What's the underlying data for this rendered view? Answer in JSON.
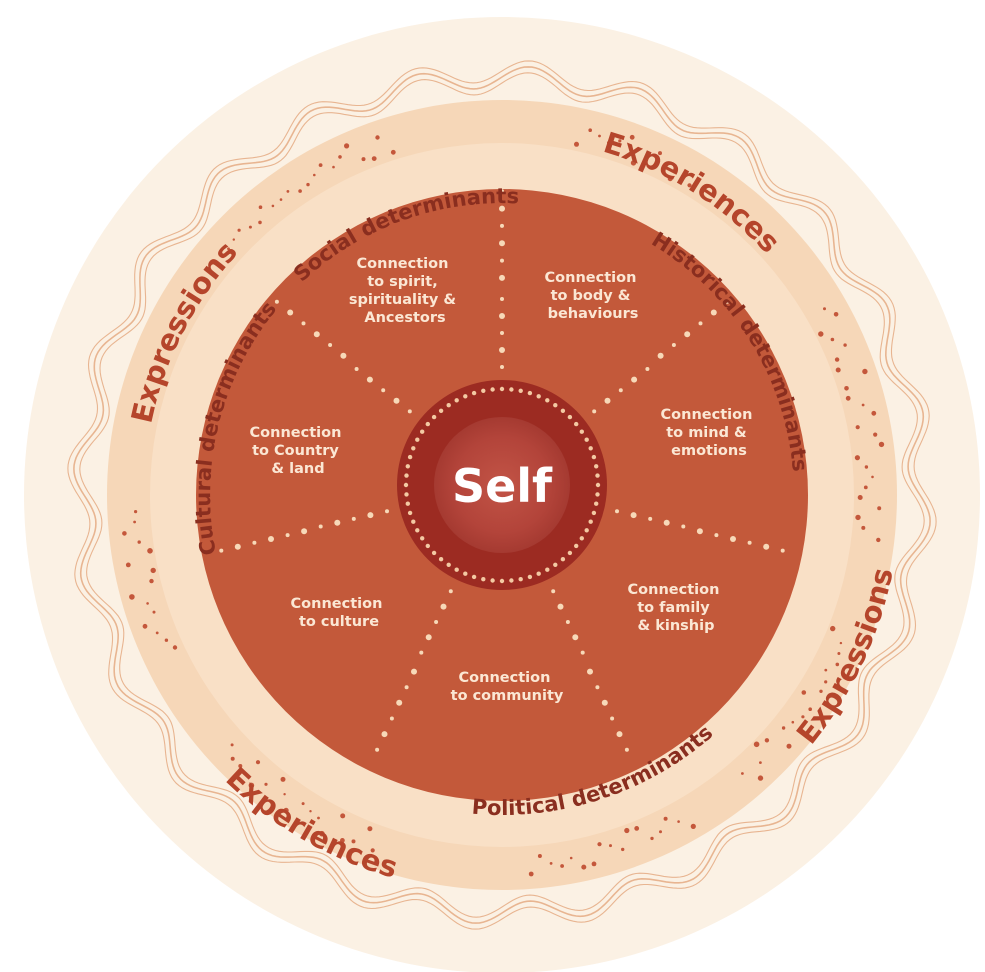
{
  "center": {
    "label": "Self"
  },
  "segments": [
    {
      "id": "spirit",
      "lines": [
        "Connection",
        "to spirit,",
        "spirituality &",
        "Ancestors"
      ]
    },
    {
      "id": "body",
      "lines": [
        "Connection",
        "to body &",
        "behaviours"
      ]
    },
    {
      "id": "mind",
      "lines": [
        "Connection",
        "to mind &",
        "emotions"
      ]
    },
    {
      "id": "family",
      "lines": [
        "Connection",
        "to family",
        "& kinship"
      ]
    },
    {
      "id": "community",
      "lines": [
        "Connection",
        "to community"
      ]
    },
    {
      "id": "culture",
      "lines": [
        "Connection",
        "to culture"
      ]
    },
    {
      "id": "country",
      "lines": [
        "Connection",
        "to Country",
        "& land"
      ]
    }
  ],
  "determinants": {
    "social": "Social determinants",
    "historical": "Historical determinants",
    "political": "Political determinants",
    "cultural": "Cultural determinants"
  },
  "outer": {
    "experiences_top": "Experiences",
    "expressions_right": "Expressions",
    "experiences_bottom": "Experiences",
    "expressions_left": "Expressions"
  },
  "colors": {
    "outer_disc": "#fbf1e4",
    "wave_stroke": "#e8b591",
    "determinants_ring": "#f6d7b8",
    "determinants_text": "#8a2e1f",
    "outer_text": "#b5452b",
    "inner_disc": "#c3593a",
    "spoke_dots": "#f7d9b8",
    "self_outer": "#9c2b22",
    "self_inner": "#b8453a",
    "segment_text": "#fbe7d4"
  }
}
